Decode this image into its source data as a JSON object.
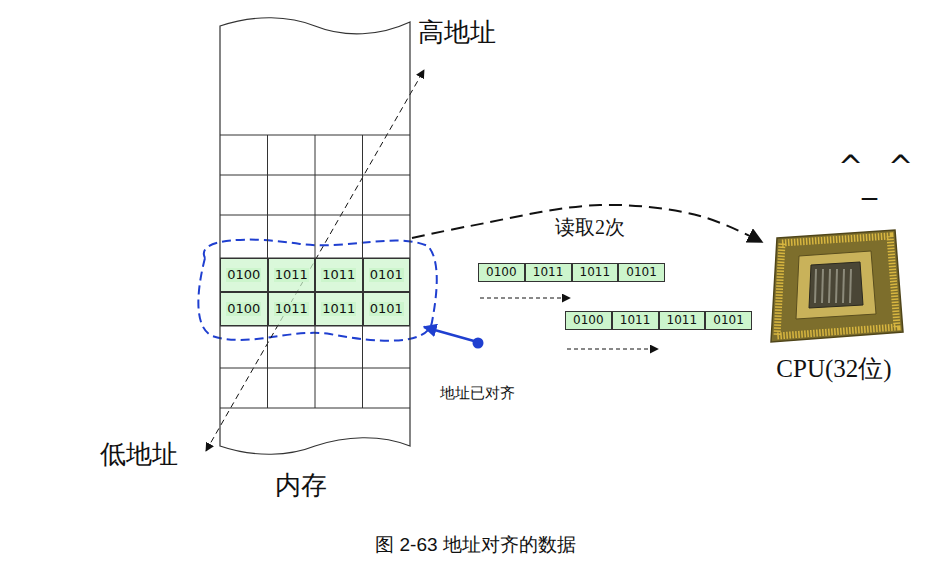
{
  "diagram": {
    "caption": "图 2-63 地址对齐的数据",
    "nodes": [
      {
        "text": [
          "内存"
        ]
      },
      {
        "text": [
          "0100"
        ],
        "in": 0
      },
      {
        "text": [
          "1011"
        ],
        "in": 0
      },
      {
        "text": [
          "1011"
        ],
        "in": 0
      },
      {
        "text": [
          "0101"
        ],
        "in": 0
      },
      {
        "text": [
          "0100"
        ],
        "in": 0
      },
      {
        "text": [
          "1011"
        ],
        "in": 0
      },
      {
        "text": [
          "1011"
        ],
        "in": 0
      },
      {
        "text": [
          "0101"
        ],
        "in": 0
      },
      {
        "text": [
          "0100"
        ]
      },
      {
        "text": [
          "1011"
        ]
      },
      {
        "text": [
          "1011"
        ]
      },
      {
        "text": [
          "0101"
        ]
      },
      {
        "text": [
          "0100"
        ]
      },
      {
        "text": [
          "1011"
        ]
      },
      {
        "text": [
          "1011"
        ]
      },
      {
        "text": [
          "0101"
        ]
      },
      {
        "text": [
          "CPU(32位)"
        ]
      }
    ],
    "edges": [
      {
        "from": 0,
        "to": 17,
        "arrow": "to",
        "label": "读取2次"
      }
    ],
    "labels": [
      "高地址",
      "低地址",
      "地址已对齐",
      "^",
      "^",
      "_"
    ]
  }
}
